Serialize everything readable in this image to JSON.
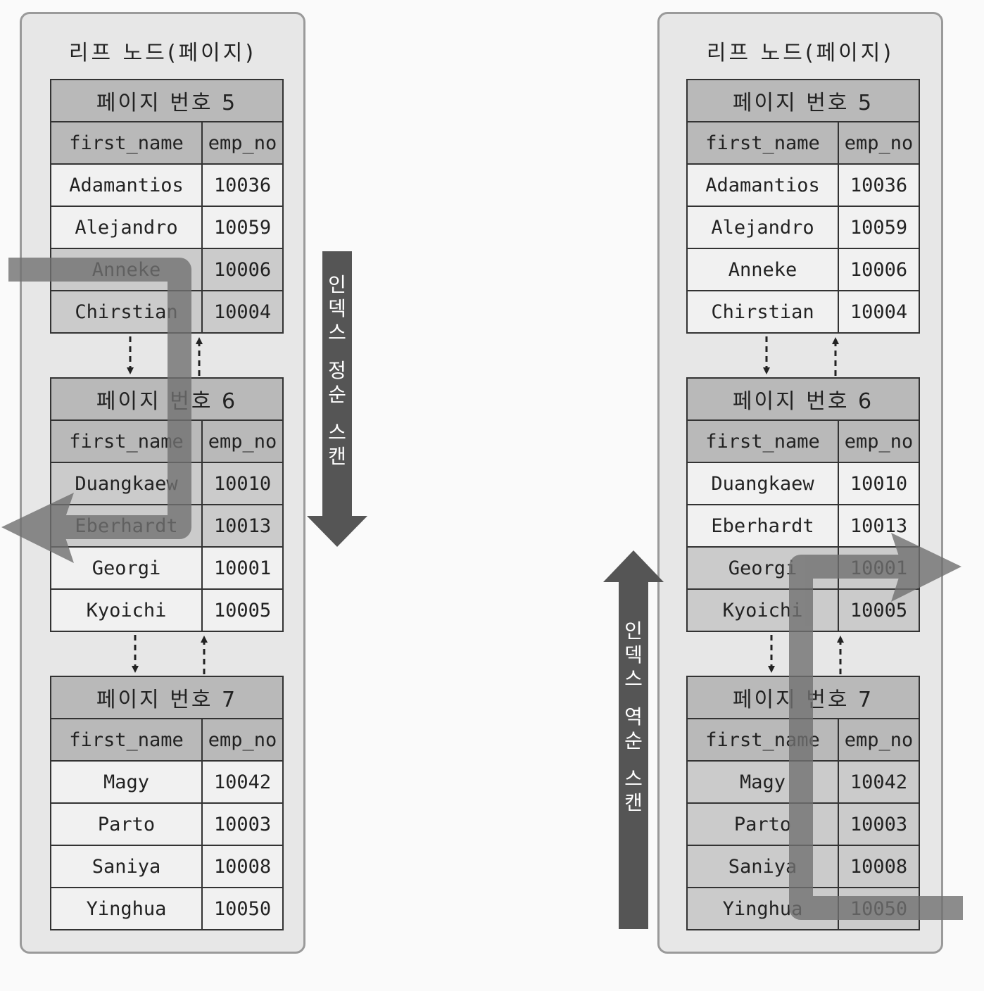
{
  "leaf_node_title": "리프 노드(페이지)",
  "column_headers": {
    "name": "first_name",
    "emp_no": "emp_no"
  },
  "pages": [
    {
      "header": "페이지 번호 5",
      "rows": [
        {
          "name": "Adamantios",
          "emp_no": "10036"
        },
        {
          "name": "Alejandro",
          "emp_no": "10059"
        },
        {
          "name": "Anneke",
          "emp_no": "10006"
        },
        {
          "name": "Chirstian",
          "emp_no": "10004"
        }
      ]
    },
    {
      "header": "페이지 번호 6",
      "rows": [
        {
          "name": "Duangkaew",
          "emp_no": "10010"
        },
        {
          "name": "Eberhardt",
          "emp_no": "10013"
        },
        {
          "name": "Georgi",
          "emp_no": "10001"
        },
        {
          "name": "Kyoichi",
          "emp_no": "10005"
        }
      ]
    },
    {
      "header": "페이지 번호 7",
      "rows": [
        {
          "name": "Magy",
          "emp_no": "10042"
        },
        {
          "name": "Parto",
          "emp_no": "10003"
        },
        {
          "name": "Saniya",
          "emp_no": "10008"
        },
        {
          "name": "Yinghua",
          "emp_no": "10050"
        }
      ]
    }
  ],
  "arrows": {
    "forward_scan_label": "인덱스 정순 스캔",
    "backward_scan_label": "인덱스 역순 스캔"
  },
  "colors": {
    "arrow": "#555555",
    "path_overlay": "#707070",
    "header_fill": "#b9b9b9",
    "panel": "#e7e7e7"
  }
}
